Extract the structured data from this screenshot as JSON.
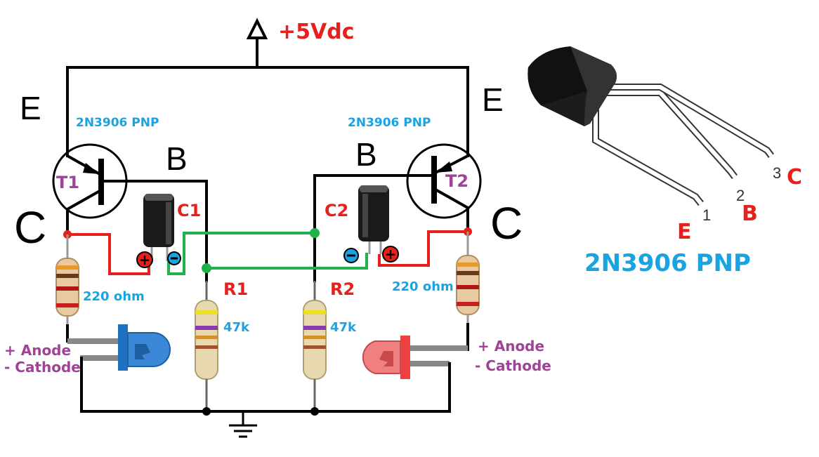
{
  "supply": {
    "label": "+5Vdc"
  },
  "colors": {
    "supply_text": "#e8201c",
    "part_text": "#1aa3e0",
    "ref_text": "#e8201c",
    "tname_text": "#a2419a",
    "led_text": "#a2419a",
    "pin_letter": "#e8201c",
    "red_wire": "#e8201c",
    "green_wire": "#1fb14a",
    "led_blue": "#1f70c1",
    "led_red": "#ef5b5b"
  },
  "left": {
    "emitter_label": "E",
    "base_label": "B",
    "collector_label": "C",
    "part_label": "2N3906 PNP",
    "transistor_name": "T1",
    "cap_label": "C1",
    "resistor_label": "R1",
    "resistor_value": "47k",
    "led_resistor_value": "220 ohm",
    "anode_label": "+ Anode",
    "cathode_label": "- Cathode"
  },
  "right": {
    "emitter_label": "E",
    "base_label": "B",
    "collector_label": "C",
    "part_label": "2N3906 PNP",
    "transistor_name": "T2",
    "cap_label": "C2",
    "resistor_label": "R2",
    "resistor_value": "47k",
    "led_resistor_value": "220 ohm",
    "anode_label": "+ Anode",
    "cathode_label": "- Cathode"
  },
  "pinout": {
    "pin1_num": "1",
    "pin1_letter": "E",
    "pin2_num": "2",
    "pin2_letter": "B",
    "pin3_num": "3",
    "pin3_letter": "C",
    "part_label": "2N3906 PNP"
  },
  "icons": [
    "supply-arrow-icon",
    "ground-icon",
    "pnp-transistor-icon",
    "electrolytic-capacitor-icon",
    "resistor-icon",
    "led-icon",
    "to92-package-icon"
  ]
}
